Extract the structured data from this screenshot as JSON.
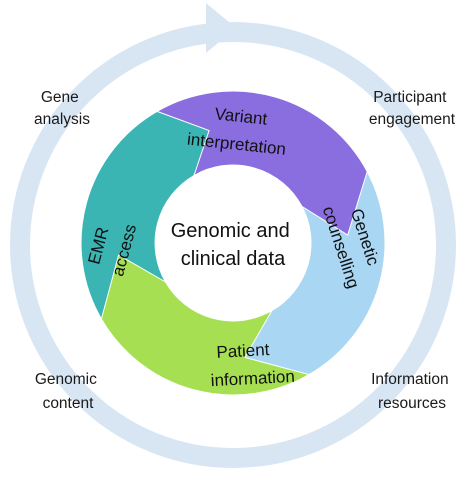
{
  "diagram": {
    "center": {
      "lines": [
        "Genomic and",
        "clinical data"
      ]
    },
    "segments": [
      {
        "id": "variant",
        "lines": [
          "Variant",
          "interpretation"
        ],
        "color": "#8a6ee0"
      },
      {
        "id": "genetic",
        "lines": [
          "Genetic",
          "counselling"
        ],
        "color": "#a9d6f2"
      },
      {
        "id": "patient",
        "lines": [
          "Patient",
          "information"
        ],
        "color": "#a6e052"
      },
      {
        "id": "emr",
        "lines": [
          "EMR",
          "access"
        ],
        "color": "#3bb5b4"
      }
    ],
    "outer_labels": [
      {
        "id": "gene-analysis",
        "lines": [
          "Gene",
          "analysis"
        ]
      },
      {
        "id": "participant-engagement",
        "lines": [
          "Participant",
          "engagement"
        ]
      },
      {
        "id": "genomic-content",
        "lines": [
          "Genomic",
          "content"
        ]
      },
      {
        "id": "information-resources",
        "lines": [
          "Information",
          "resources"
        ]
      }
    ],
    "outer_ring_color": "#d8e6f4"
  }
}
